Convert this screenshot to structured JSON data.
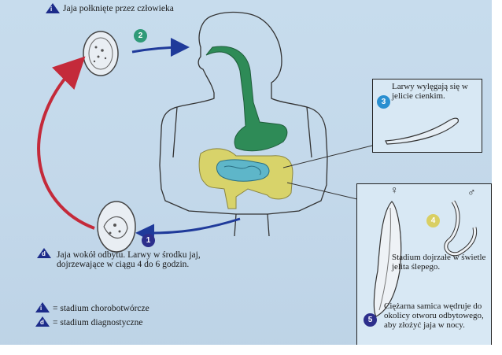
{
  "labels": {
    "step1_marker": "i",
    "step1_text": "Jaja połknięte przez człowieka",
    "step2_num": "2",
    "step3_num": "3",
    "step3_text": "Larwy wylęgają się w jelicie cienkim.",
    "step4_num": "4",
    "step4_text": "Stadium dojrzałe w świetle jelita ślepego.",
    "step5_num": "5",
    "step5_text": "Ciężarna samica wędruje do okolicy otworu odbytowego, aby złożyć jaja w nocy.",
    "step1b_num": "1",
    "diag_marker": "d",
    "diag_text": "Jaja wokół odbytu. Larwy w środku jaj, dojrzewające w ciągu 4 do 6 godzin.",
    "female_symbol": "♀",
    "male_symbol": "♂"
  },
  "legend": [
    {
      "marker": "i",
      "text": "= stadium chorobotwórcze"
    },
    {
      "marker": "d",
      "text": "= stadium diagnostyczne"
    }
  ],
  "colors": {
    "step1": "#2a3a8c",
    "step2": "#2f9a78",
    "step3": "#2a8fd0",
    "step4": "#d9cf63",
    "step5": "#2d2f8c",
    "arrow_blue": "#1f3a9a",
    "arrow_red": "#c42a3a",
    "gut_green": "#2e8b57",
    "colon_yellow": "#d8d36a",
    "small_intestine": "#5eb6c9"
  }
}
